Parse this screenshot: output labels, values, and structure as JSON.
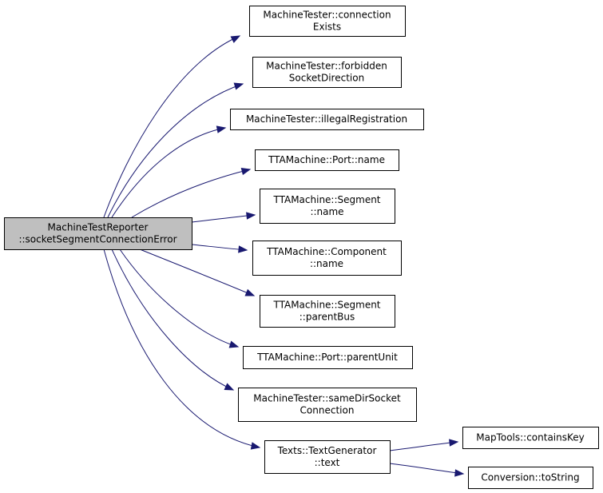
{
  "diagram": {
    "type": "call-graph",
    "colors": {
      "edge": "#191970",
      "root_fill": "#bfbfbf",
      "node_fill": "#ffffff",
      "node_stroke": "#000000"
    },
    "root": {
      "id": "root",
      "lines": [
        "MachineTestReporter",
        "::socketSegmentConnectionError"
      ]
    },
    "callees": [
      {
        "id": "n1",
        "lines": [
          "MachineTester::connection",
          "Exists"
        ]
      },
      {
        "id": "n2",
        "lines": [
          "MachineTester::forbidden",
          "SocketDirection"
        ]
      },
      {
        "id": "n3",
        "lines": [
          "MachineTester::illegalRegistration"
        ]
      },
      {
        "id": "n4",
        "lines": [
          "TTAMachine::Port::name"
        ]
      },
      {
        "id": "n5",
        "lines": [
          "TTAMachine::Segment",
          "::name"
        ]
      },
      {
        "id": "n6",
        "lines": [
          "TTAMachine::Component",
          "::name"
        ]
      },
      {
        "id": "n7",
        "lines": [
          "TTAMachine::Segment",
          "::parentBus"
        ]
      },
      {
        "id": "n8",
        "lines": [
          "TTAMachine::Port::parentUnit"
        ]
      },
      {
        "id": "n9",
        "lines": [
          "MachineTester::sameDirSocket",
          "Connection"
        ]
      },
      {
        "id": "n10",
        "lines": [
          "Texts::TextGenerator",
          "::text"
        ]
      },
      {
        "id": "n11",
        "lines": [
          "MapTools::containsKey"
        ]
      },
      {
        "id": "n12",
        "lines": [
          "Conversion::toString"
        ]
      }
    ],
    "edges": [
      {
        "from": "root",
        "to": "n1"
      },
      {
        "from": "root",
        "to": "n2"
      },
      {
        "from": "root",
        "to": "n3"
      },
      {
        "from": "root",
        "to": "n4"
      },
      {
        "from": "root",
        "to": "n5"
      },
      {
        "from": "root",
        "to": "n6"
      },
      {
        "from": "root",
        "to": "n7"
      },
      {
        "from": "root",
        "to": "n8"
      },
      {
        "from": "root",
        "to": "n9"
      },
      {
        "from": "root",
        "to": "n10"
      },
      {
        "from": "n10",
        "to": "n11"
      },
      {
        "from": "n10",
        "to": "n12"
      }
    ]
  }
}
